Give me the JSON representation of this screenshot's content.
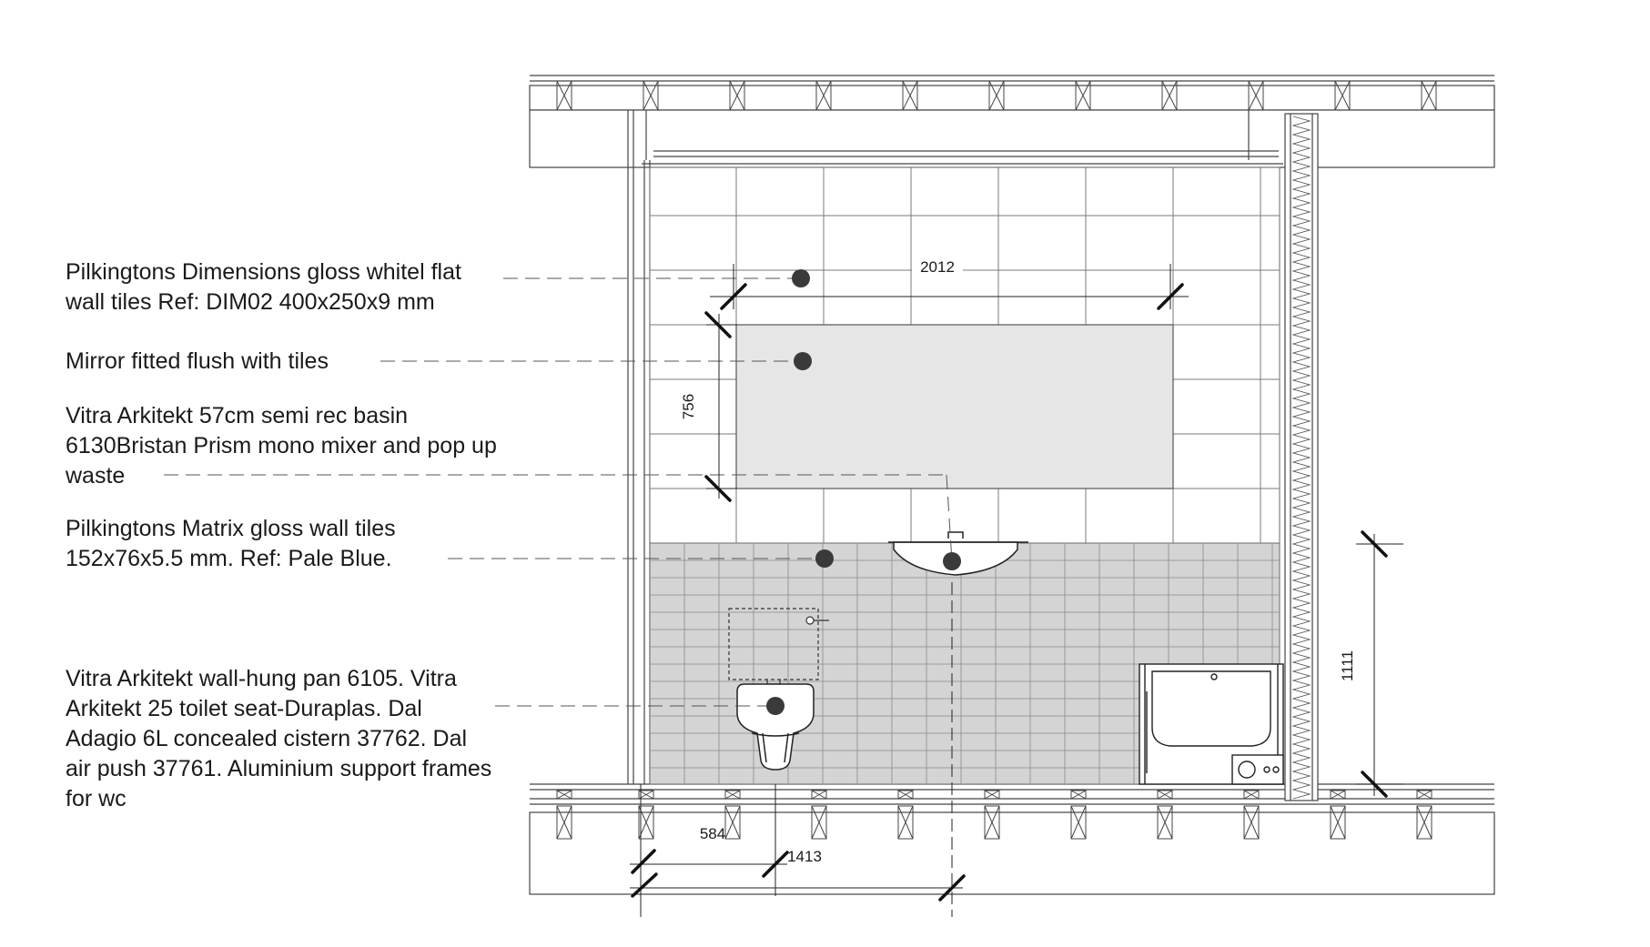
{
  "annotations": [
    {
      "id": "wall-tiles",
      "lines": [
        "Pilkingtons Dimensions gloss whitel flat",
        "wall tiles Ref: DIM02 400x250x9 mm"
      ]
    },
    {
      "id": "mirror",
      "lines": [
        "Mirror fitted flush with tiles"
      ]
    },
    {
      "id": "basin",
      "lines": [
        "Vitra Arkitekt 57cm semi rec basin",
        "6130Bristan Prism mono mixer and pop up",
        "waste"
      ]
    },
    {
      "id": "matrix-tiles",
      "lines": [
        "Pilkingtons Matrix gloss wall tiles",
        "152x76x5.5 mm. Ref: Pale Blue."
      ]
    },
    {
      "id": "wc",
      "lines": [
        "Vitra Arkitekt wall-hung pan 6105. Vitra",
        "Arkitekt  25 toilet seat-Duraplas. Dal",
        "Adagio 6L concealed cistern 37762. Dal",
        "air push 37761. Aluminium support frames",
        "for wc"
      ]
    }
  ],
  "dimensions": {
    "mirror_width": "2012",
    "mirror_height": "756",
    "wc_offset": "584",
    "basin_offset": "1413",
    "bath_height": "1111"
  },
  "colors": {
    "line": "#1a1a1a",
    "mirror_fill": "#e6e6e6",
    "lower_tile_fill": "#d4d4d4",
    "marker": "#3a3a3a"
  }
}
